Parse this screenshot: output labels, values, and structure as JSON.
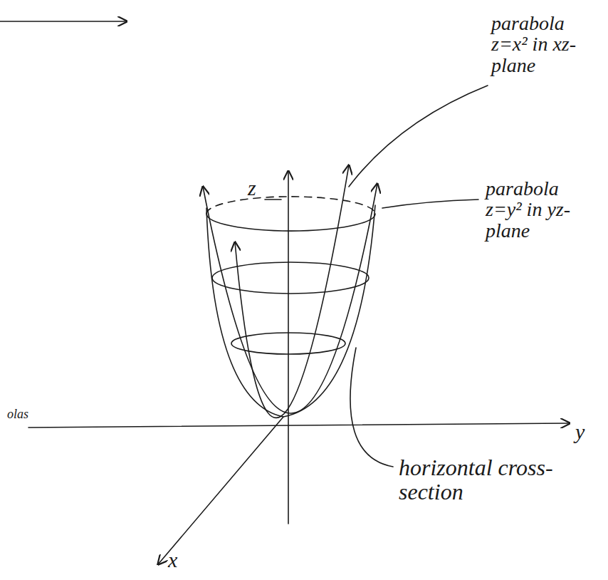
{
  "diagram": {
    "labels": [
      "parabola z=x² in xz-plane",
      "parabola z=y² in yz-plane",
      "z",
      "y",
      "x",
      "horizontal cross-section",
      "olas"
    ]
  }
}
